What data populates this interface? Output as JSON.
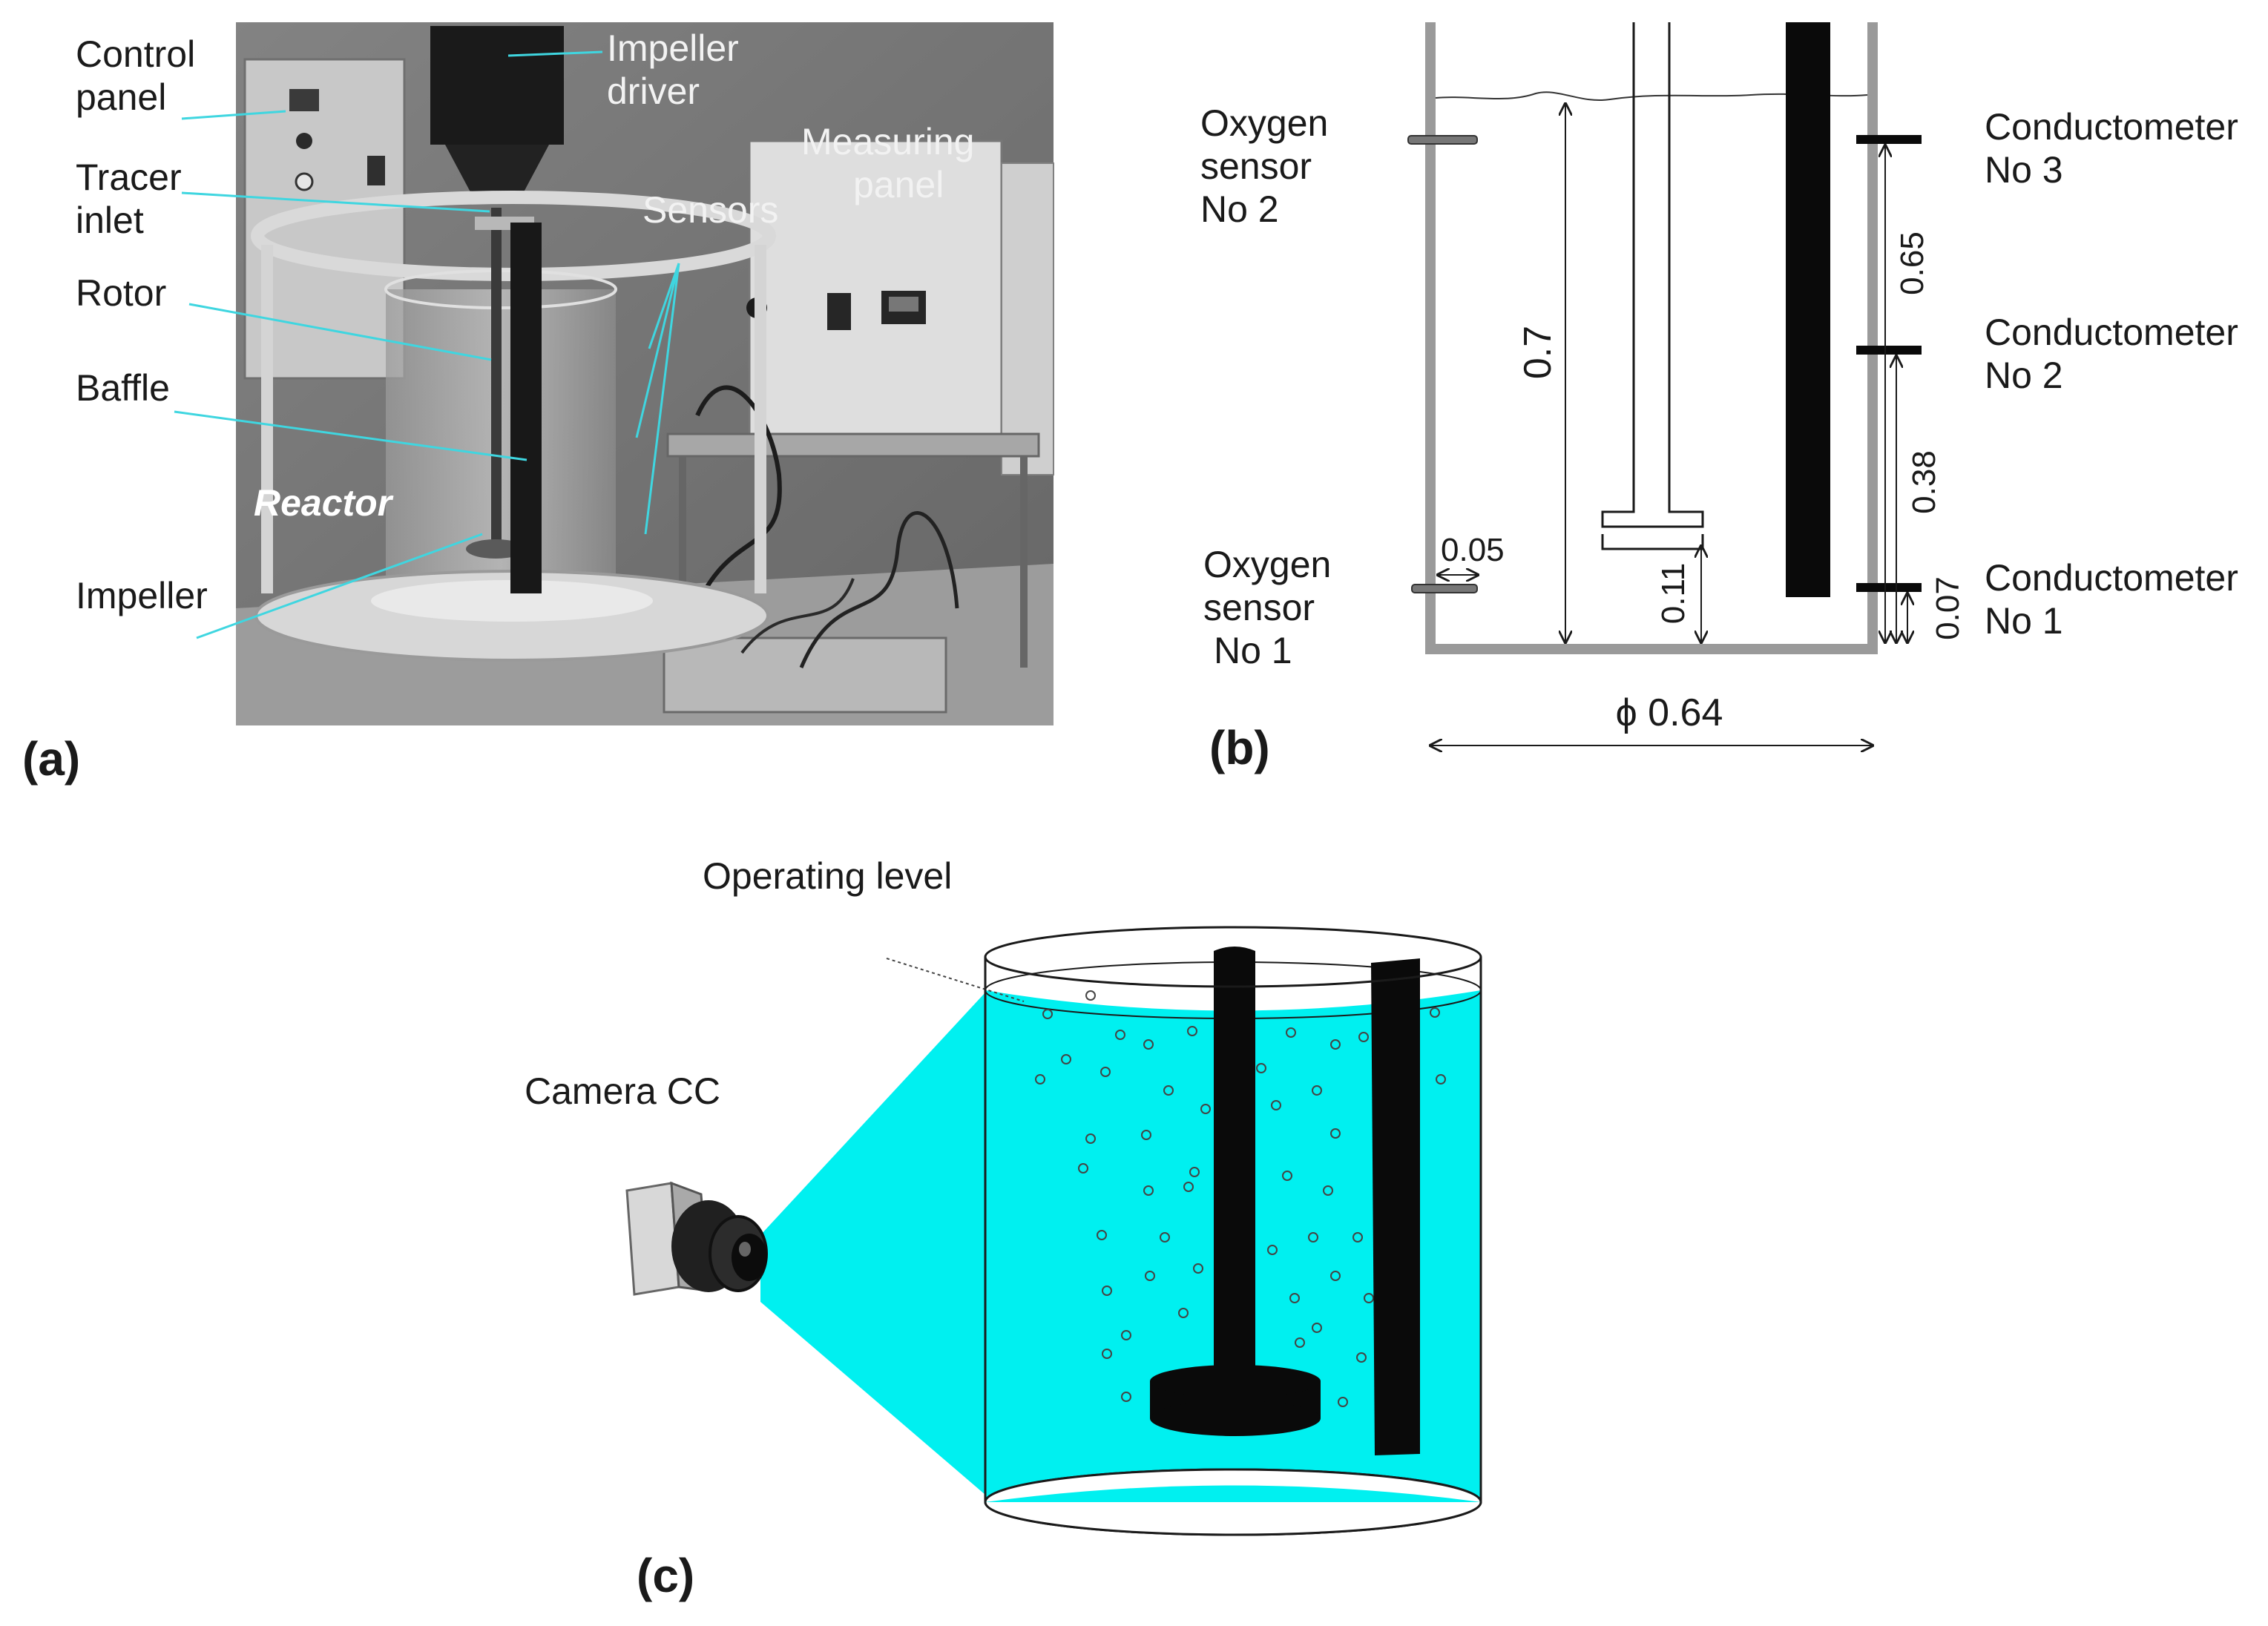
{
  "panel_a": {
    "tag": "(a)",
    "labels": {
      "control_panel_1": "Control",
      "control_panel_2": "panel",
      "tracer_inlet_1": "Tracer",
      "tracer_inlet_2": "inlet",
      "rotor": "Rotor",
      "baffle": "Baffle",
      "impeller": "Impeller",
      "reactor": "Reactor",
      "impeller_driver_1": "Impeller",
      "impeller_driver_2": "driver",
      "measuring_panel_1": "Measuring",
      "measuring_panel_2": "panel",
      "sensors": "Sensors"
    },
    "leader_color": "#3fd6e0"
  },
  "panel_b": {
    "tag": "(b)",
    "oxygen_sensor_2": [
      "Oxygen",
      "sensor",
      "No 2"
    ],
    "oxygen_sensor_1": [
      "Oxygen",
      "sensor",
      "No 1"
    ],
    "conductometer_3": [
      "Conductometer",
      "No 3"
    ],
    "conductometer_2": [
      "Conductometer",
      "No 2"
    ],
    "conductometer_1": [
      "Conductometer",
      "No 1"
    ],
    "dimensions": {
      "liquid_height": "0.7",
      "sensor_offset": "0.05",
      "impeller_clearance": "0.11",
      "cond3_height": "0.65",
      "cond2_height": "0.38",
      "cond1_height": "0.07",
      "diameter": "ϕ 0.64"
    }
  },
  "panel_c": {
    "tag": "(c)",
    "operating_level": "Operating level",
    "camera": "Camera CC",
    "liquid_color": "#00f0f0"
  }
}
